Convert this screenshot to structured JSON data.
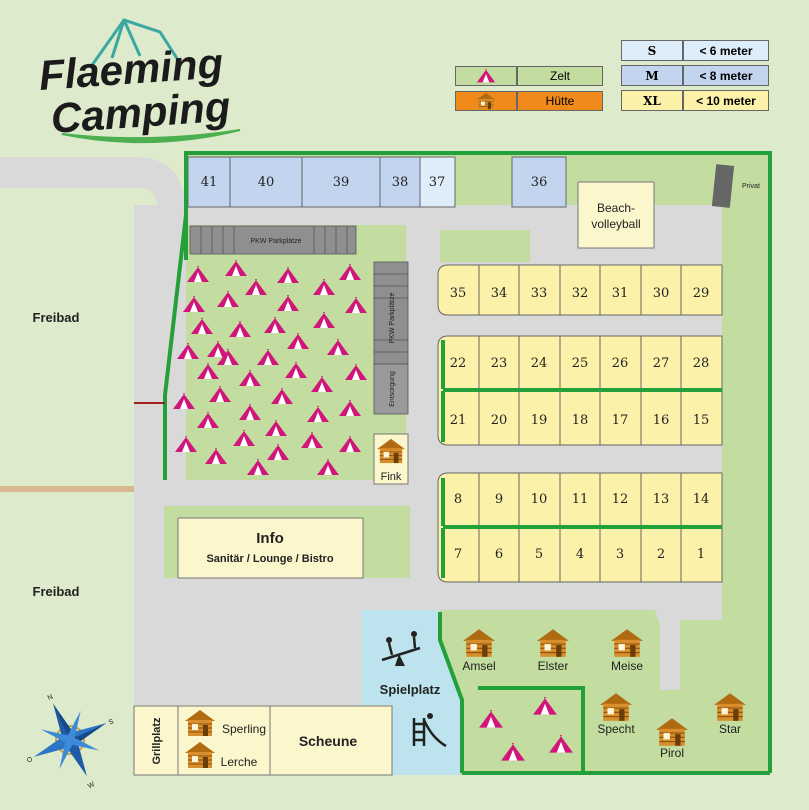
{
  "logo": {
    "line1": "Flaeming",
    "line2": "Camping"
  },
  "legend": {
    "zelt": "Zelt",
    "huette": "Hütte",
    "sizes": [
      {
        "code": "S",
        "label": "< 6 meter",
        "color": "#ddeefa"
      },
      {
        "code": "M",
        "label": "< 8 meter",
        "color": "#c3d4ee"
      },
      {
        "code": "XL",
        "label": "< 10 meter",
        "color": "#fbf1a8"
      }
    ]
  },
  "colors": {
    "background": "#ddeacc",
    "road": "#d9d9d9",
    "grass": "#c2dd9f",
    "fence": "#23a03a",
    "pitch_xl": "#fbf1a8",
    "pitch_m": "#c3d4ee",
    "pitch_s": "#ddeefa",
    "tent": "#d0167a",
    "cabin": "#c97e1c",
    "playground": "#bde4ee",
    "building": "#fbf6cc",
    "huette_legend": "#f08a1a"
  },
  "labels": {
    "freibad_top": "Freibad",
    "freibad_bottom": "Freibad",
    "pkw_top": "PKW Parkplätze",
    "pkw_side": "PKW Parkplätze",
    "entsorgung": "Entsorgung",
    "privat": "Privat",
    "beach_line1": "Beach-",
    "beach_line2": "volleyball",
    "info_title": "Info",
    "info_sub": "Sanitär / Lounge / Bistro",
    "spielplatz": "Spielplatz",
    "grillplatz": "Grillplatz",
    "scheune": "Scheune"
  },
  "cabins": [
    "Fink",
    "Amsel",
    "Elster",
    "Meise",
    "Specht",
    "Pirol",
    "Star",
    "Sperling",
    "Lerche"
  ],
  "pitches_top": [
    "41",
    "40",
    "39",
    "38",
    "37",
    "36"
  ],
  "pitches_row1": [
    "35",
    "34",
    "33",
    "32",
    "31",
    "30",
    "29"
  ],
  "pitches_row2": [
    "22",
    "23",
    "24",
    "25",
    "26",
    "27",
    "28"
  ],
  "pitches_row3": [
    "21",
    "20",
    "19",
    "18",
    "17",
    "16",
    "15"
  ],
  "pitches_row4": [
    "8",
    "9",
    "10",
    "11",
    "12",
    "13",
    "14"
  ],
  "pitches_row5": [
    "7",
    "6",
    "5",
    "4",
    "3",
    "2",
    "1"
  ]
}
